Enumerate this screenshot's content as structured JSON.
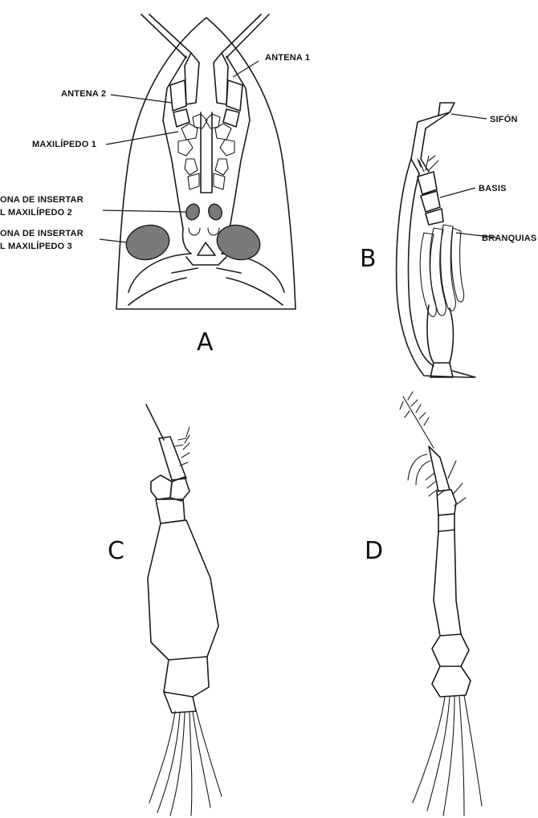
{
  "panel_a": {
    "letter": "A",
    "labels": {
      "antena1": "ANTENA 1",
      "antena2": "ANTENA 2",
      "maxilipedo1": "MAXILÍPEDO 1",
      "zona2_line1": "ONA DE INSERTAR",
      "zona2_line2": "L MAXILÍPEDO 2",
      "zona3_line1": "ONA DE INSERTAR",
      "zona3_line2": "L MAXILÍPEDO 3"
    }
  },
  "panel_b": {
    "letter": "B",
    "labels": {
      "sifon": "SIFÓN",
      "basis": "BASIS",
      "branquias": "BRANQUIAS"
    }
  },
  "panel_c": {
    "letter": "C"
  },
  "panel_d": {
    "letter": "D"
  }
}
